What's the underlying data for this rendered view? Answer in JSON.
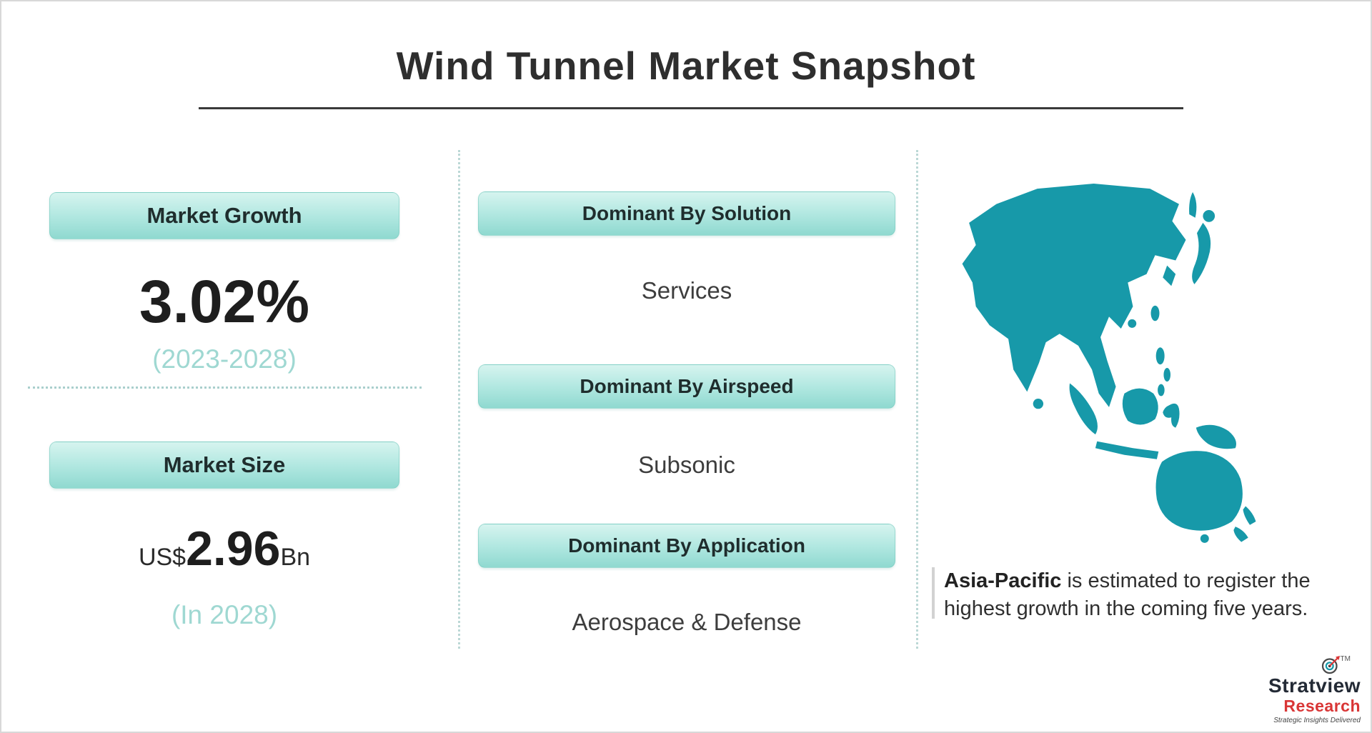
{
  "title": "Wind Tunnel Market Snapshot",
  "left": {
    "growth_label": "Market Growth",
    "growth_value": "3.02%",
    "growth_period": "(2023-2028)",
    "size_label": "Market Size",
    "size_prefix": "US$",
    "size_value": "2.96",
    "size_unit": "Bn",
    "size_period": "(In 2028)"
  },
  "middle": {
    "sections": [
      {
        "label": "Dominant By Solution",
        "value": "Services"
      },
      {
        "label": "Dominant By Airspeed",
        "value": "Subsonic"
      },
      {
        "label": "Dominant By Application",
        "value": "Aerospace & Defense"
      }
    ]
  },
  "right": {
    "region_bold": "Asia-Pacific",
    "region_rest": " is estimated to register the highest growth in the coming five years."
  },
  "logo": {
    "name": "Stratview",
    "name2": "Research",
    "tagline": "Strategic Insights Delivered",
    "tm": "TM"
  },
  "colors": {
    "teal": "#1799a9",
    "pill_light": "#d6f4ef",
    "pill_mid": "#b2e8e1",
    "pill_dark": "#8fd9d0",
    "light_teal_text": "#9fd8d2",
    "dark_text": "#2b2b2b",
    "logo_red": "#d93636"
  }
}
